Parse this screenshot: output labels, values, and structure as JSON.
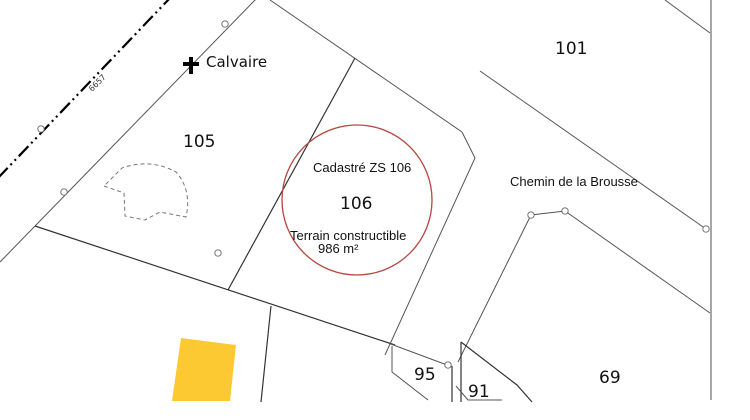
{
  "map": {
    "type": "cadastral-plan",
    "background": "#ffffff",
    "highlight_color": "#b5473f",
    "building_color": "#fcc932",
    "parcels": [
      {
        "id": "101",
        "label": "101"
      },
      {
        "id": "105",
        "label": "105"
      },
      {
        "id": "106",
        "label": "106"
      },
      {
        "id": "95",
        "label": "95"
      },
      {
        "id": "91",
        "label": "91"
      },
      {
        "id": "69",
        "label": "69"
      }
    ],
    "landmark": {
      "label": "Calvaire",
      "icon": "cross-icon"
    },
    "boundary_code": "6657",
    "road": {
      "label": "Chemin de la Brousse"
    },
    "highlight": {
      "cadastre_ref": "Cadastré ZS 106",
      "parcel_number": "106",
      "description": "Terrain constructible",
      "area": "986 m²"
    }
  }
}
